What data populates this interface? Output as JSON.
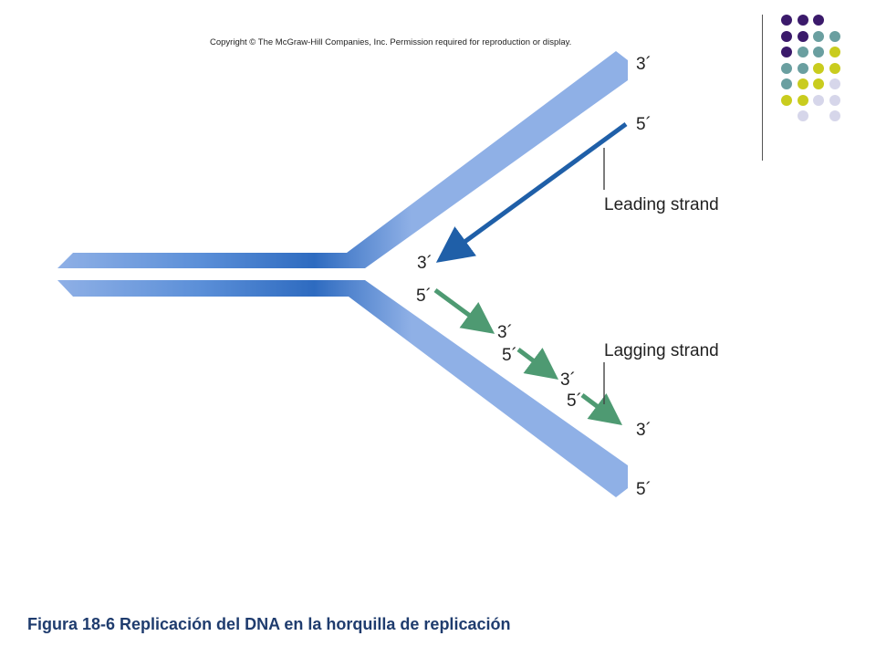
{
  "copyright": "Copyright © The McGraw-Hill Companies, Inc. Permission required for reproduction or display.",
  "caption": "Figura 18-6 Replicación del DNA en la horquilla de replicación",
  "labels": {
    "parent_top_3": "3´",
    "parent_top_5": "5´",
    "leading_strand": "Leading strand",
    "leading_end_3": "3´",
    "lagging_1_5": "5´",
    "lagging_1_3": "3´",
    "lagging_2_5": "5´",
    "lagging_2_3": "3´",
    "lagging_3_5": "5´",
    "lagging_3_3": "3´",
    "lagging_strand": "Lagging strand",
    "parent_bottom_5": "5´"
  },
  "colors": {
    "parent_strand": "#8fb0e6",
    "parent_strand_dark": "#2e6bc0",
    "leading_arrow": "#1f5fa8",
    "lagging_arrow": "#4e9a72",
    "caption": "#1f3c6e",
    "dot_purple": "#3b1a6b",
    "dot_teal": "#6a9fa0",
    "dot_yellow": "#c9cc1e",
    "dot_lavender": "#d6d6ea"
  },
  "decor_dots": [
    [
      "purple",
      "purple",
      "purple",
      ""
    ],
    [
      "purple",
      "purple",
      "teal",
      "teal"
    ],
    [
      "purple",
      "teal",
      "teal",
      "yellow"
    ],
    [
      "teal",
      "teal",
      "yellow",
      "yellow"
    ],
    [
      "teal",
      "yellow",
      "yellow",
      "lavender"
    ],
    [
      "yellow",
      "yellow",
      "lavender",
      "lavender"
    ],
    [
      "",
      "lavender",
      "",
      "lavender"
    ]
  ]
}
